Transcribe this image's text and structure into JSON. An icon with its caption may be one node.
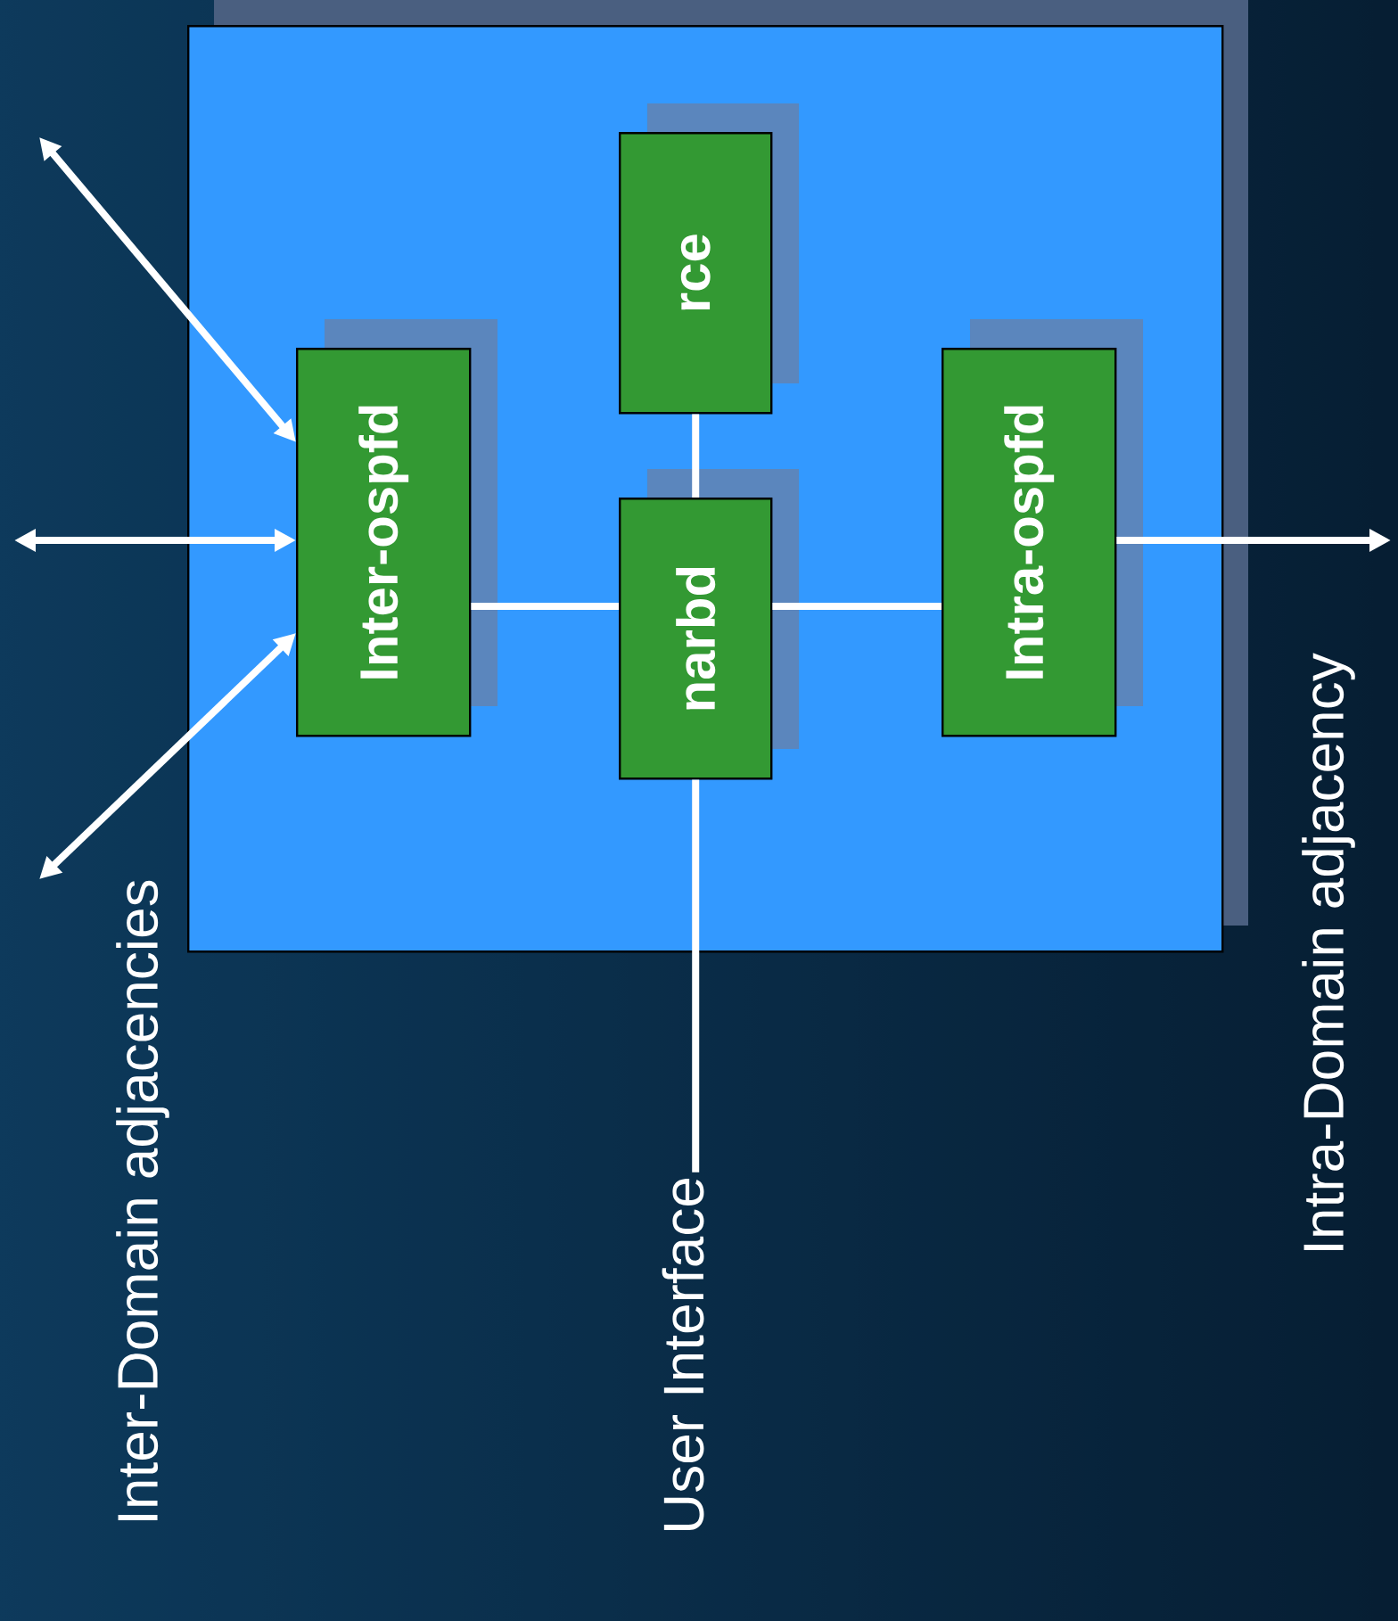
{
  "diagram": {
    "nodes": [
      {
        "text": [],
        "shape": "box"
      },
      {
        "text": [
          "rce"
        ],
        "in": 0
      },
      {
        "text": [
          "Inter-ospfd"
        ],
        "in": 0
      },
      {
        "text": [
          "narbd"
        ],
        "in": 0
      },
      {
        "text": [
          "Intra-ospfd"
        ],
        "in": 0
      },
      {
        "text": [
          "User Interface"
        ]
      }
    ],
    "edges": [
      {
        "from": 1,
        "to": 3,
        "arrow": "none"
      },
      {
        "from": 2,
        "to": 3,
        "arrow": "none"
      },
      {
        "from": 3,
        "to": 4,
        "arrow": "none"
      },
      {
        "from": 3,
        "to": 5,
        "arrow": "none"
      },
      {
        "from": null,
        "to": 2,
        "arrow": "both"
      },
      {
        "from": null,
        "to": 2,
        "arrow": "both"
      },
      {
        "from": null,
        "to": 2,
        "arrow": "both"
      },
      {
        "from": 4,
        "to": null,
        "arrow": "to"
      }
    ],
    "labels": [
      "Inter-Domain adjacencies",
      "Intra-Domain adjacency"
    ]
  }
}
